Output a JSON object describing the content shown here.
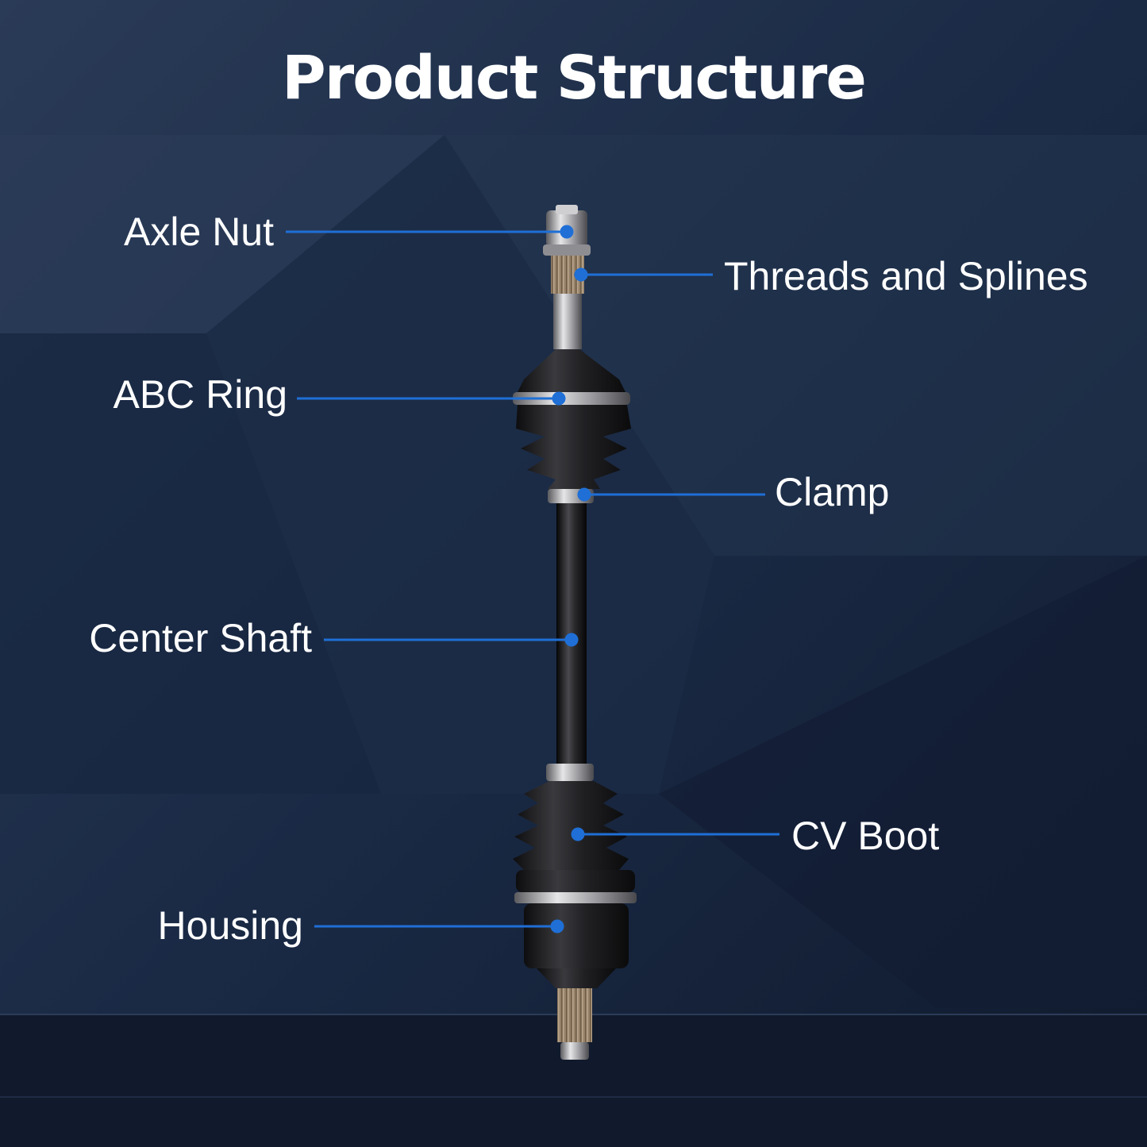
{
  "title": "Product Structure",
  "labels": {
    "axle_nut": "Axle Nut",
    "threads_and_splines": "Threads and Splines",
    "abc_ring": "ABC Ring",
    "clamp": "Clamp",
    "center_shaft": "Center Shaft",
    "cv_boot": "CV Boot",
    "housing": "Housing"
  },
  "colors": {
    "background_dark": "#14213a",
    "background_mid": "#22344f",
    "leader_line": "#1f6fd6",
    "text": "#ffffff",
    "part_black": "#1b1b1d",
    "part_metal": "#a8a8ab"
  }
}
